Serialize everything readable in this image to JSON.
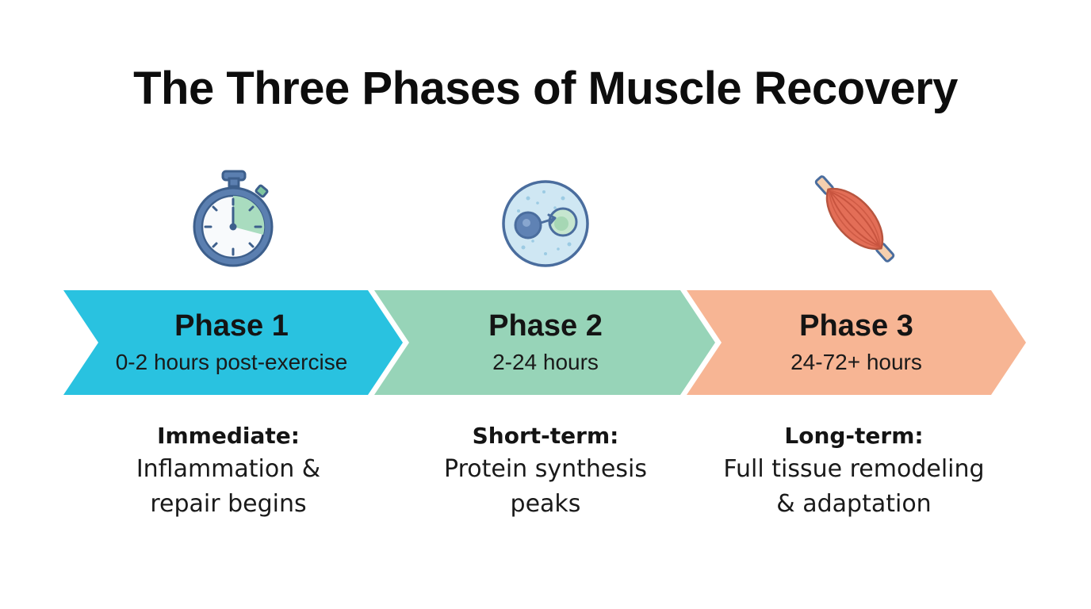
{
  "title": "The Three Phases of Muscle Recovery",
  "colors": {
    "phase1": "#29c2e0",
    "phase2": "#97d4b8",
    "phase3": "#f7b594",
    "icon_outline": "#4a6d9e",
    "icon_fill_light": "#dcecf6"
  },
  "phases": [
    {
      "icon": "stopwatch-icon",
      "label": "Phase 1",
      "timeframe": "0-2 hours post-exercise",
      "heading": "Immediate:",
      "description_lines": [
        "Inflammation &",
        "repair begins"
      ]
    },
    {
      "icon": "cell-synthesis-icon",
      "label": "Phase 2",
      "timeframe": "2-24 hours",
      "heading": "Short-term:",
      "description_lines": [
        "Protein synthesis",
        "peaks"
      ]
    },
    {
      "icon": "muscle-icon",
      "label": "Phase 3",
      "timeframe": "24-72+ hours",
      "heading": "Long-term:",
      "description_lines": [
        "Full tissue remodeling",
        "& adaptation"
      ]
    }
  ]
}
